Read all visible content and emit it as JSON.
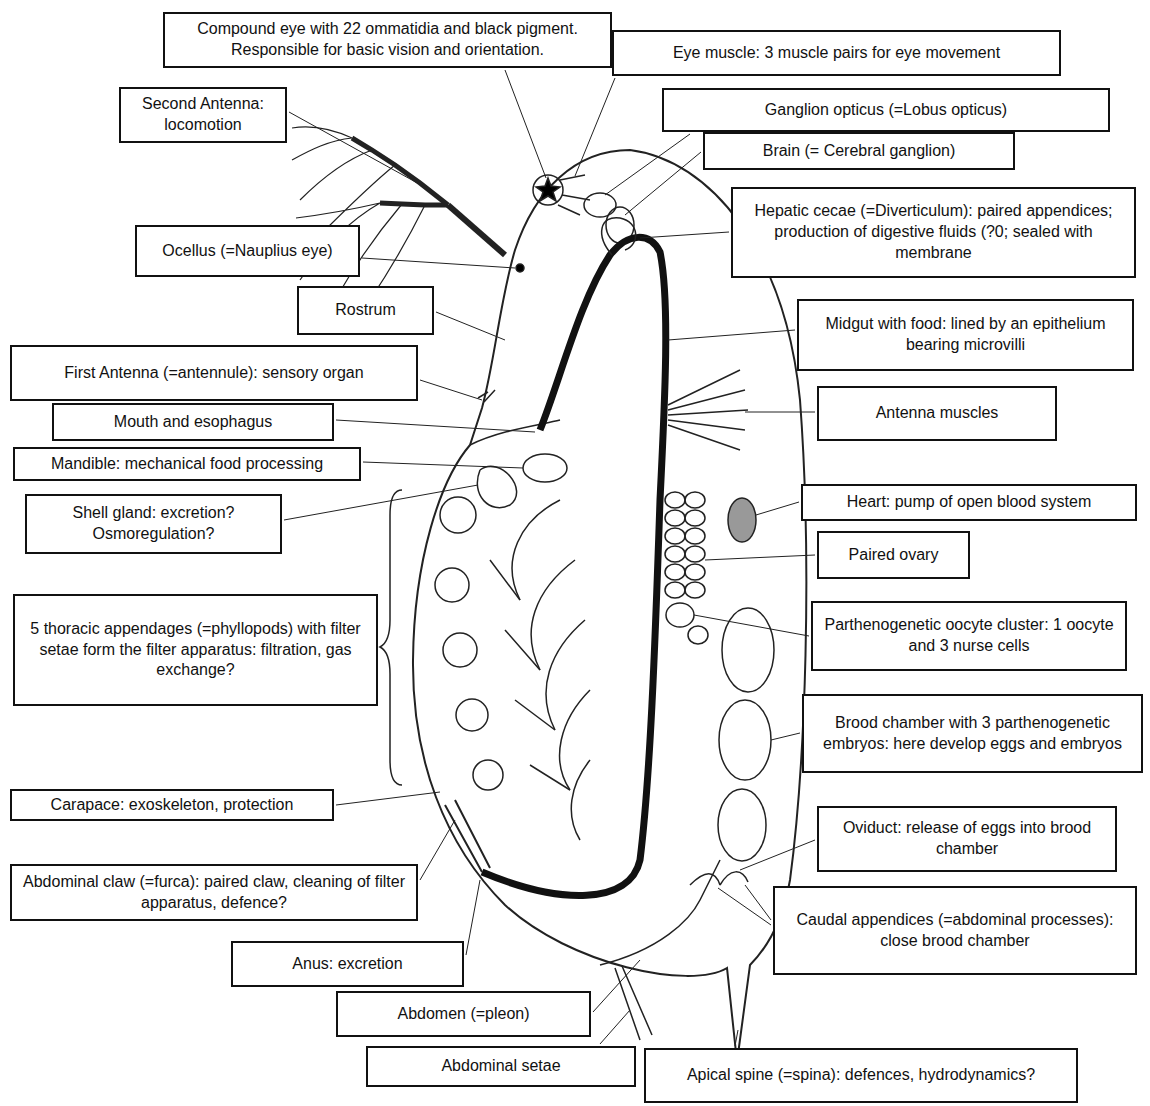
{
  "diagram": {
    "nodes": [
      {
        "text": [
          "Compound eye with 22 ommatidia and black pigment. Responsible for basic vision and orientation."
        ]
      },
      {
        "text": [
          "Eye muscle: 3 muscle pairs for eye movement"
        ]
      },
      {
        "text": [
          "Second Antenna: locomotion"
        ]
      },
      {
        "text": [
          "Ganglion opticus (=Lobus opticus)"
        ]
      },
      {
        "text": [
          "Brain (= Cerebral ganglion)"
        ]
      },
      {
        "text": [
          "Hepatic cecae (=Diverticulum): paired appendices; production of digestive fluids (?0; sealed with membrane"
        ]
      },
      {
        "text": [
          "Ocellus (=Nauplius eye)"
        ]
      },
      {
        "text": [
          "Rostrum"
        ]
      },
      {
        "text": [
          "Midgut with food: lined by an epithelium bearing microvilli"
        ]
      },
      {
        "text": [
          "First Antenna (=antennule): sensory organ"
        ]
      },
      {
        "text": [
          "Antenna muscles"
        ]
      },
      {
        "text": [
          "Mouth and esophagus"
        ]
      },
      {
        "text": [
          "Mandible: mechanical food processing"
        ]
      },
      {
        "text": [
          "Heart: pump of open blood system"
        ]
      },
      {
        "text": [
          "Shell gland: excretion? Osmoregulation?"
        ]
      },
      {
        "text": [
          "Paired ovary"
        ]
      },
      {
        "text": [
          "5 thoracic appendages (=phyllopods) with filter setae form the filter apparatus: filtration, gas exchange?"
        ]
      },
      {
        "text": [
          "Parthenogenetic oocyte cluster: 1 oocyte and 3 nurse cells"
        ]
      },
      {
        "text": [
          "Brood chamber with 3 parthenogenetic embryos: here develop eggs and embryos"
        ]
      },
      {
        "text": [
          "Carapace: exoskeleton, protection"
        ]
      },
      {
        "text": [
          "Oviduct: release of eggs into brood chamber"
        ]
      },
      {
        "text": [
          "Abdominal claw (=furca): paired claw, cleaning of filter apparatus, defence?"
        ]
      },
      {
        "text": [
          "Caudal appendices (=abdominal processes): close brood chamber"
        ]
      },
      {
        "text": [
          "Anus: excretion"
        ]
      },
      {
        "text": [
          "Abdomen (=pleon)"
        ]
      },
      {
        "text": [
          "Abdominal setae"
        ]
      },
      {
        "text": [
          "Apical spine (=spina): defences, hydrodynamics?"
        ]
      }
    ]
  }
}
